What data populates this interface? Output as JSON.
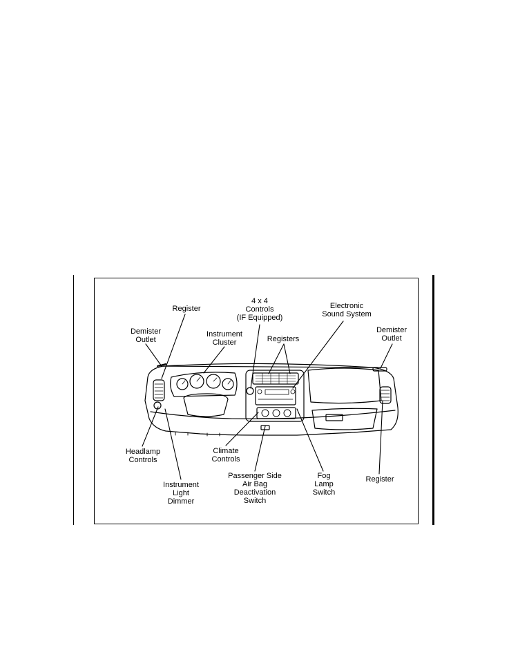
{
  "labels": {
    "register_top": "Register",
    "four_by_four": "4 x 4\nControls\n(IF Equipped)",
    "electronic_sound": "Electronic\nSound System",
    "demister_left": "Demister\nOutlet",
    "instrument_cluster": "Instrument\nCluster",
    "registers": "Registers",
    "demister_right": "Demister\nOutlet",
    "headlamp": "Headlamp\nControls",
    "climate": "Climate\nControls",
    "instrument_light": "Instrument\nLight\nDimmer",
    "passenger_airbag": "Passenger Side\nAir Bag\nDeactivation\nSwitch",
    "fog_lamp": "Fog\nLamp\nSwitch",
    "register_right": "Register"
  }
}
